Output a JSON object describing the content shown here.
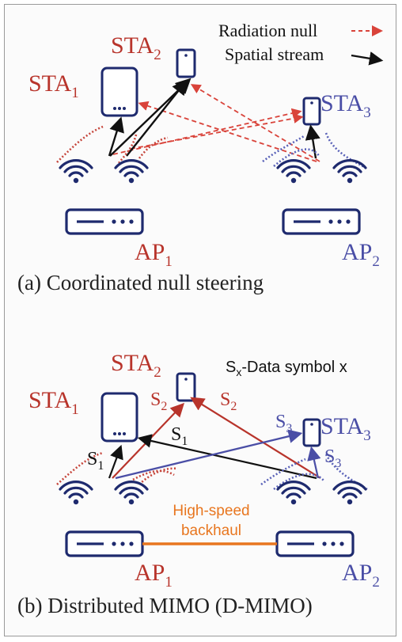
{
  "colors": {
    "red": "#b8342b",
    "blue": "#4a4ea6",
    "navy": "#1e2a6e",
    "orange": "#e8761f",
    "black": "#111111"
  },
  "legend": {
    "null_label": "Radiation null",
    "stream_label": "Spatial stream"
  },
  "panel_a": {
    "sta1": "STA",
    "sta1_sub": "1",
    "sta2": "STA",
    "sta2_sub": "2",
    "sta3": "STA",
    "sta3_sub": "3",
    "ap1": "AP",
    "ap1_sub": "1",
    "ap2": "AP",
    "ap2_sub": "2",
    "caption": "(a) Coordinated null steering"
  },
  "panel_b": {
    "note_s": "S",
    "note_sub": "x",
    "note_rest": "-Data symbol x",
    "sta1": "STA",
    "sta1_sub": "1",
    "sta2": "STA",
    "sta2_sub": "2",
    "sta3": "STA",
    "sta3_sub": "3",
    "ap1": "AP",
    "ap1_sub": "1",
    "ap2": "AP",
    "ap2_sub": "2",
    "s": "S",
    "s1": "1",
    "s2": "2",
    "s3": "3",
    "backhaul_line1": "High-speed",
    "backhaul_line2": "backhaul",
    "caption": "(b) Distributed MIMO (D-MIMO)"
  }
}
